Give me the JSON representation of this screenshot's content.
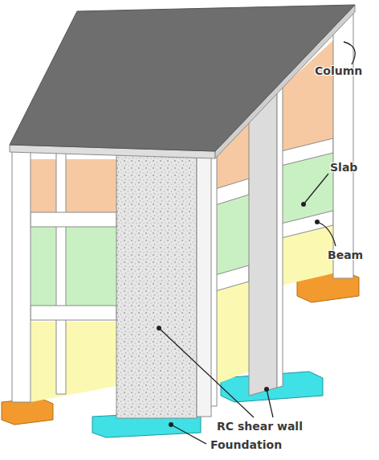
{
  "diagram": {
    "labels": [
      "Column",
      "Slab",
      "Beam",
      "RC shear wall",
      "Foundation"
    ]
  }
}
